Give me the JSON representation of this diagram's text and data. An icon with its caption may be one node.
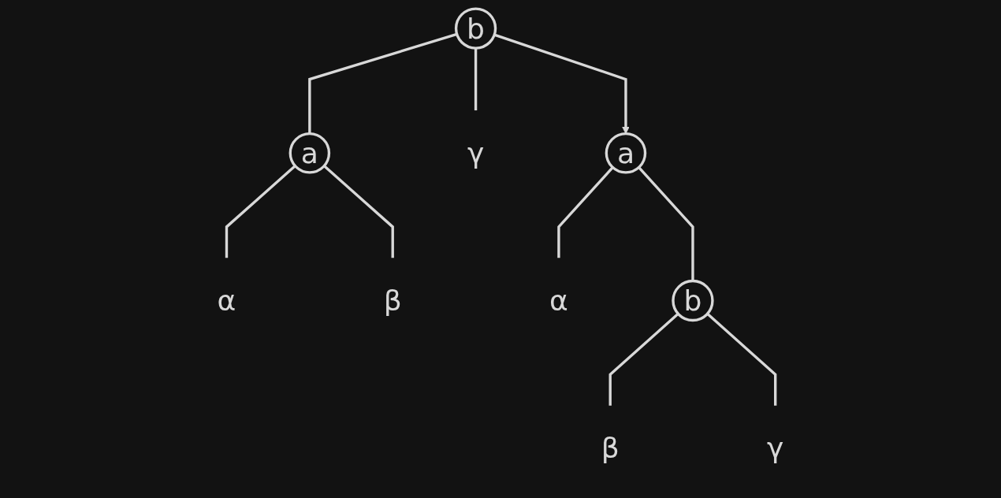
{
  "diagram": {
    "nodes": [
      {
        "text": [
          "b"
        ]
      },
      {
        "text": [
          "a"
        ]
      },
      {
        "text": [
          "γ"
        ]
      },
      {
        "text": [
          "α"
        ]
      },
      {
        "text": [
          "β"
        ]
      },
      {
        "text": [
          "a"
        ]
      },
      {
        "text": [
          "α"
        ]
      },
      {
        "text": [
          "b"
        ]
      },
      {
        "text": [
          "β"
        ]
      },
      {
        "text": [
          "γ"
        ]
      }
    ],
    "edges": [
      {
        "from": 0,
        "to": 1,
        "arrow": "none"
      },
      {
        "from": 0,
        "to": 2,
        "arrow": "none"
      },
      {
        "from": 1,
        "to": 3,
        "arrow": "none"
      },
      {
        "from": 1,
        "to": 4,
        "arrow": "none"
      },
      {
        "from": 0,
        "to": 5,
        "arrow": "to"
      },
      {
        "from": 5,
        "to": 6,
        "arrow": "none"
      },
      {
        "from": 5,
        "to": 7,
        "arrow": "none"
      },
      {
        "from": 7,
        "to": 8,
        "arrow": "none"
      },
      {
        "from": 7,
        "to": 9,
        "arrow": "none"
      }
    ]
  }
}
